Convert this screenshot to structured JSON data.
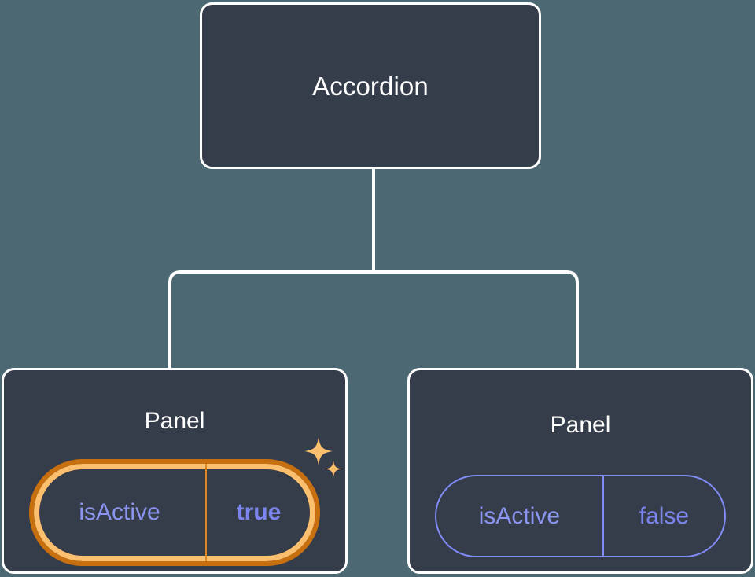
{
  "diagram": {
    "type": "component-tree",
    "background_color": "#4c6873",
    "node_fill_color": "#353c4a",
    "node_border_color": "#ffffff",
    "connector_color": "#ffffff",
    "highlight_outer_color": "#c8700f",
    "highlight_inner_color": "#fbbf6e",
    "prop_text_color": "#818cf8",
    "sparkle_color": "#fbbf6e",
    "root": {
      "label": "Accordion"
    },
    "children": [
      {
        "label": "Panel",
        "highlighted": true,
        "prop": {
          "key": "isActive",
          "value": "true",
          "emphasis": "bold"
        },
        "decorations": [
          "sparkle-large",
          "sparkle-small"
        ]
      },
      {
        "label": "Panel",
        "highlighted": false,
        "prop": {
          "key": "isActive",
          "value": "false",
          "emphasis": "normal"
        },
        "decorations": []
      }
    ]
  }
}
